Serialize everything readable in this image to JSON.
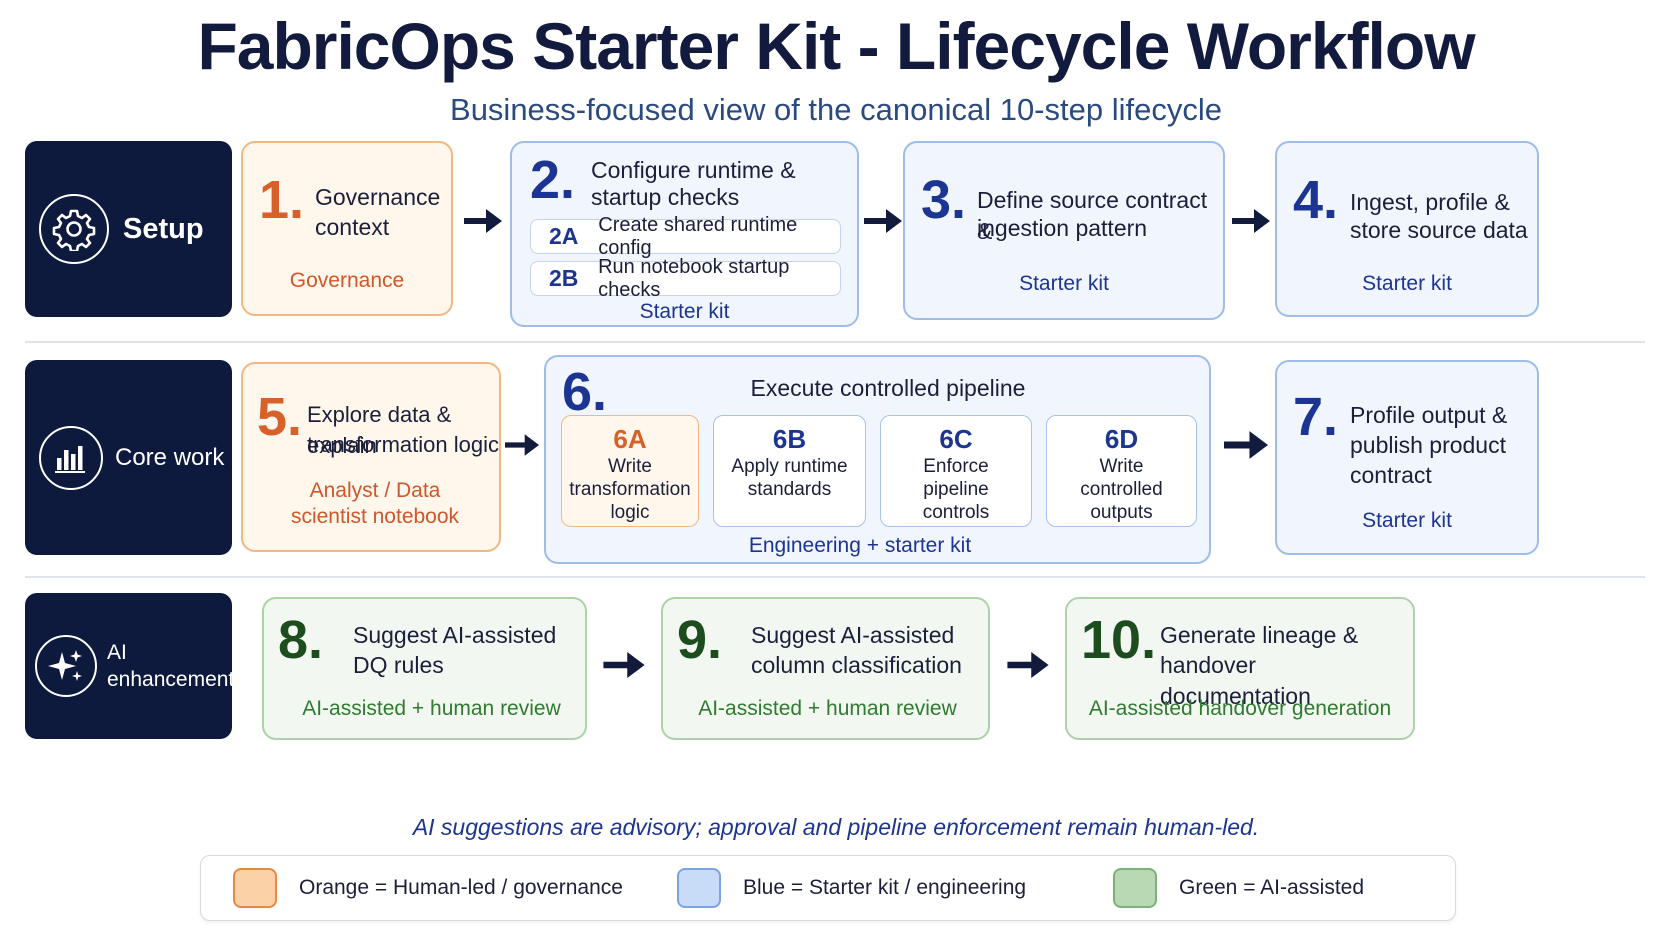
{
  "title": "FabricOps Starter Kit - Lifecycle Workflow",
  "subtitle": "Business-focused view of the canonical 10-step lifecycle",
  "stages": {
    "setup": {
      "label": "Setup",
      "icon": "gear-icon"
    },
    "core": {
      "label": "Core work",
      "icon": "bar-chart-icon"
    },
    "ai": {
      "label_line1": "AI",
      "label_line2": "enhancements",
      "icon": "sparkle-icon"
    }
  },
  "steps": {
    "s1": {
      "num": "1.",
      "line1": "Governance",
      "line2": "context",
      "tag": "Governance"
    },
    "s2": {
      "num": "2.",
      "line1": "Configure runtime &",
      "line2": "startup checks",
      "tag": "Starter kit",
      "subs": [
        {
          "id": "2A",
          "text": "Create shared runtime config"
        },
        {
          "id": "2B",
          "text": "Run notebook startup checks"
        }
      ]
    },
    "s3": {
      "num": "3.",
      "line1": "Define source contract &",
      "line2": "ingestion pattern",
      "tag": "Starter kit"
    },
    "s4": {
      "num": "4.",
      "line1": "Ingest, profile &",
      "line2": "store source data",
      "tag": "Starter kit"
    },
    "s5": {
      "num": "5.",
      "line1": "Explore data & explain",
      "line2": "transformation logic",
      "tag_line1": "Analyst / Data",
      "tag_line2": "scientist notebook"
    },
    "s6": {
      "num": "6.",
      "title": "Execute controlled pipeline",
      "tag": "Engineering + starter kit",
      "subs": [
        {
          "id": "6A",
          "l1": "Write",
          "l2": "transformation",
          "l3": "logic"
        },
        {
          "id": "6B",
          "l1": "Apply runtime",
          "l2": "standards",
          "l3": ""
        },
        {
          "id": "6C",
          "l1": "Enforce",
          "l2": "pipeline",
          "l3": "controls"
        },
        {
          "id": "6D",
          "l1": "Write",
          "l2": "controlled",
          "l3": "outputs"
        }
      ]
    },
    "s7": {
      "num": "7.",
      "line1": "Profile output &",
      "line2": "publish product",
      "line3": "contract",
      "tag": "Starter kit"
    },
    "s8": {
      "num": "8.",
      "line1": "Suggest AI-assisted",
      "line2": "DQ rules",
      "tag": "AI-assisted + human review"
    },
    "s9": {
      "num": "9.",
      "line1": "Suggest AI-assisted",
      "line2": "column classification",
      "tag": "AI-assisted + human review"
    },
    "s10": {
      "num": "10.",
      "line1": "Generate lineage &",
      "line2": "handover documentation",
      "tag": "AI-assisted handover generation"
    }
  },
  "note": "AI suggestions are advisory; approval and pipeline enforcement remain human-led.",
  "legend": [
    {
      "text": "Orange = Human-led / governance",
      "color": "#fbd1a8"
    },
    {
      "text": "Blue = Starter kit / engineering",
      "color": "#c8dcf8"
    },
    {
      "text": "Green = AI-assisted",
      "color": "#b9d9b4"
    }
  ]
}
